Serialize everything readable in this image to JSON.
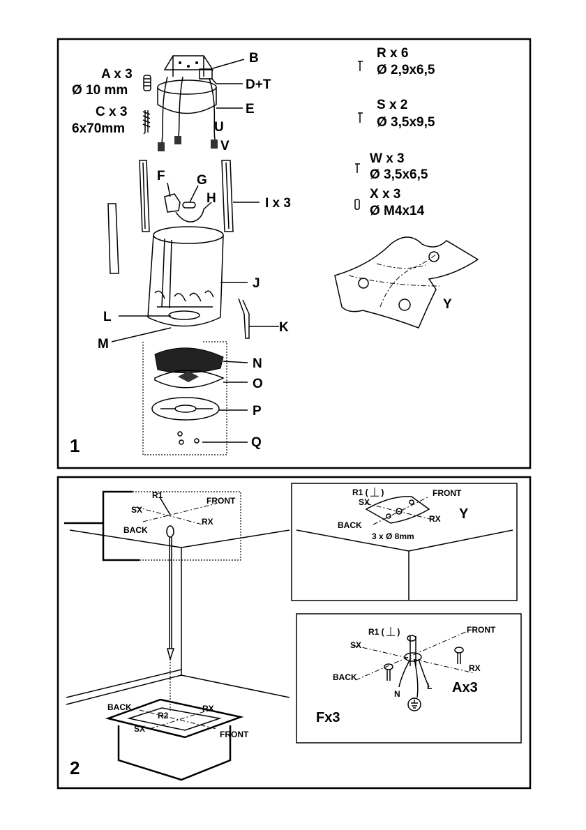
{
  "panel1": {
    "number": "1",
    "labels": {
      "A": "A x 3",
      "A_size": "Ø 10 mm",
      "C": "C x 3",
      "C_size": "6x70mm",
      "B": "B",
      "DT": "D+T",
      "E": "E",
      "U": "U",
      "V": "V",
      "F": "F",
      "G": "G",
      "H": "H",
      "I": "I x 3",
      "J": "J",
      "L": "L",
      "K": "K",
      "M": "M",
      "N": "N",
      "O": "O",
      "P": "P",
      "Q": "Q",
      "Y": "Y"
    },
    "screws": [
      {
        "count": "R x 6",
        "size": "Ø 2,9x6,5"
      },
      {
        "count": "S x 2",
        "size": "Ø 3,5x9,5"
      },
      {
        "count": "W x 3",
        "size": "Ø 3,5x6,5"
      },
      {
        "count": "X x 3",
        "size": "Ø M4x14"
      }
    ]
  },
  "panel2": {
    "number": "2",
    "ceiling": {
      "r1": "R1",
      "sx": "SX",
      "front": "FRONT",
      "back": "BACK",
      "rx": "RX"
    },
    "floor": {
      "back": "BACK",
      "r2": "R2",
      "rx": "RX",
      "sx": "SX",
      "front": "FRONT"
    },
    "inset_y": {
      "r1": "R1 ( ⏊ )",
      "front": "FRONT",
      "sx": "SX",
      "back": "BACK",
      "rx": "RX",
      "letter": "Y",
      "holes": "3 x Ø 8mm"
    },
    "inset_f": {
      "r1": "R1 ( ⏊ )",
      "front": "FRONT",
      "sx": "SX",
      "rx": "RX",
      "back": "BACK",
      "n": "N",
      "l": "L",
      "ax3": "Ax3",
      "fx3": "Fx3"
    }
  }
}
